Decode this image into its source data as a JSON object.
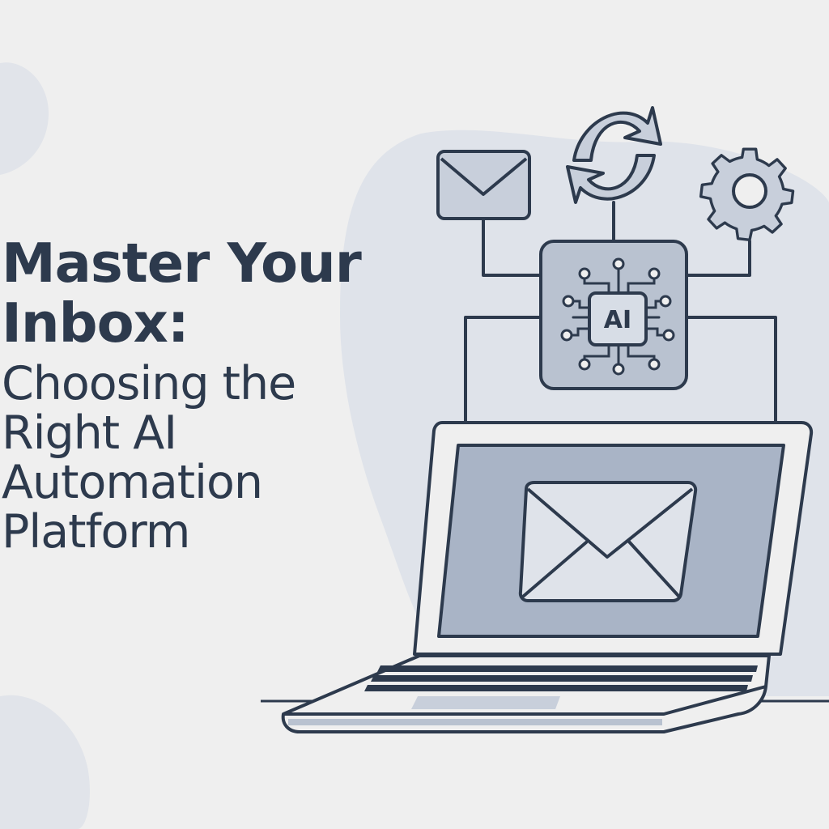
{
  "headline": {
    "line1": "Master Your",
    "line2": "Inbox:"
  },
  "subtitle": {
    "line1": "Choosing the",
    "line2": "Right AI",
    "line3": "Automation",
    "line4": "Platform"
  },
  "illustration": {
    "hub_label": "AI",
    "icons": [
      "envelope-icon",
      "refresh-icon",
      "gear-icon",
      "ai-chip-icon",
      "laptop-icon",
      "screen-envelope-icon"
    ]
  },
  "colors": {
    "background": "#efefef",
    "blob": "#dfe3ea",
    "stroke": "#2d3a4d",
    "fill_mid": "#b9c2d0",
    "fill_light": "#d7dde6",
    "screen": "#a9b4c6"
  }
}
